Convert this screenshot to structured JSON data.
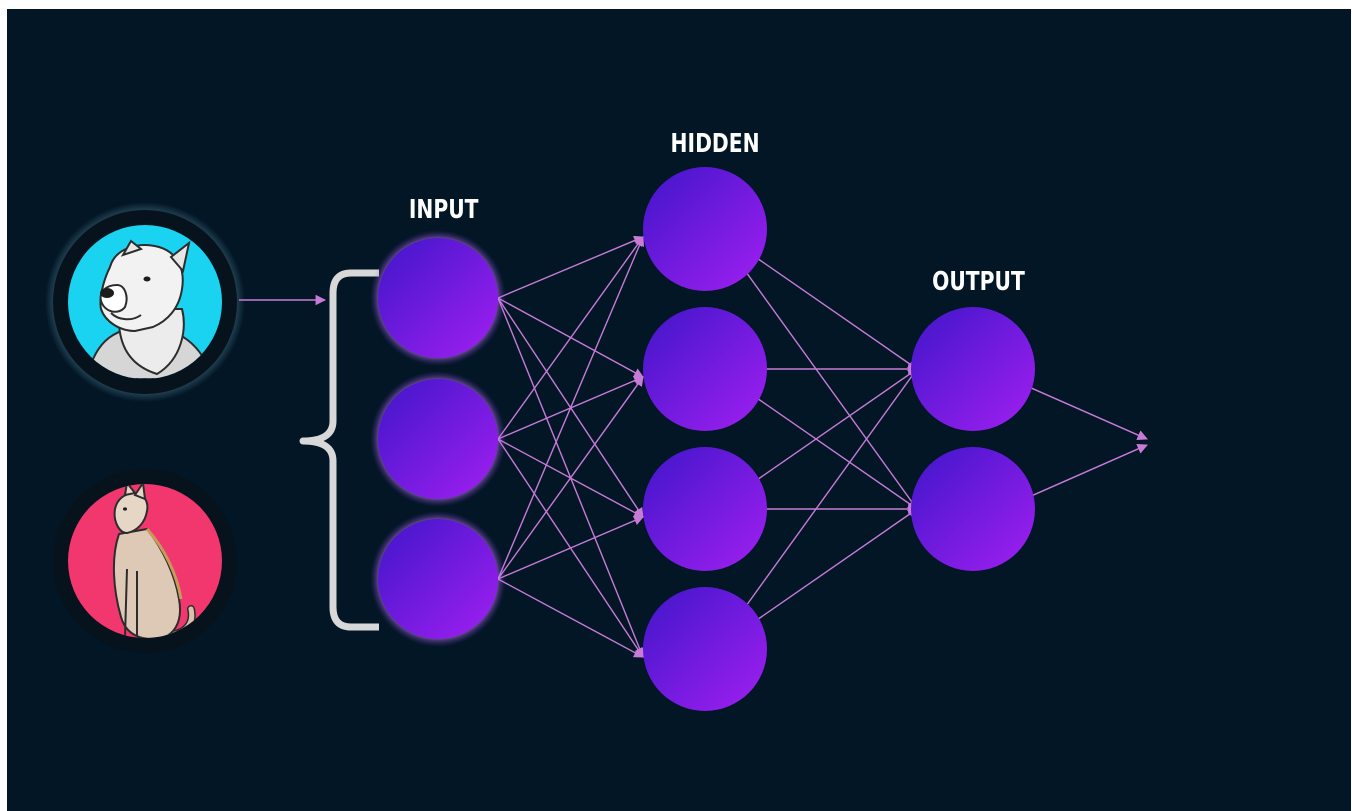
{
  "diagram": {
    "layers": [
      {
        "id": "input",
        "label": "INPUT",
        "nodes": 3
      },
      {
        "id": "hidden",
        "label": "HIDDEN",
        "nodes": 4
      },
      {
        "id": "output",
        "label": "OUTPUT",
        "nodes": 2
      }
    ],
    "examples": [
      {
        "icon": "dog-icon",
        "background": "#19d3f0"
      },
      {
        "icon": "cat-icon",
        "background": "#f2376e"
      }
    ],
    "colors": {
      "background": "#021626",
      "node_top": "#4a17cf",
      "node_bottom": "#9e1df0",
      "connection": "#c77bd6",
      "brace": "#d8d8d8",
      "input_glow": "#e8b4ff"
    }
  }
}
